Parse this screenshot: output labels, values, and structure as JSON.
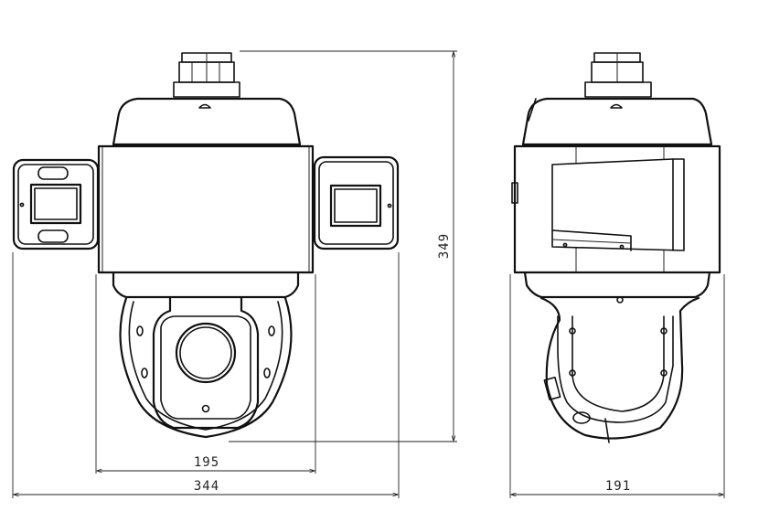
{
  "dimensions": {
    "front_body_width": "195",
    "front_overall_width": "344",
    "overall_height": "349",
    "side_depth": "191"
  }
}
